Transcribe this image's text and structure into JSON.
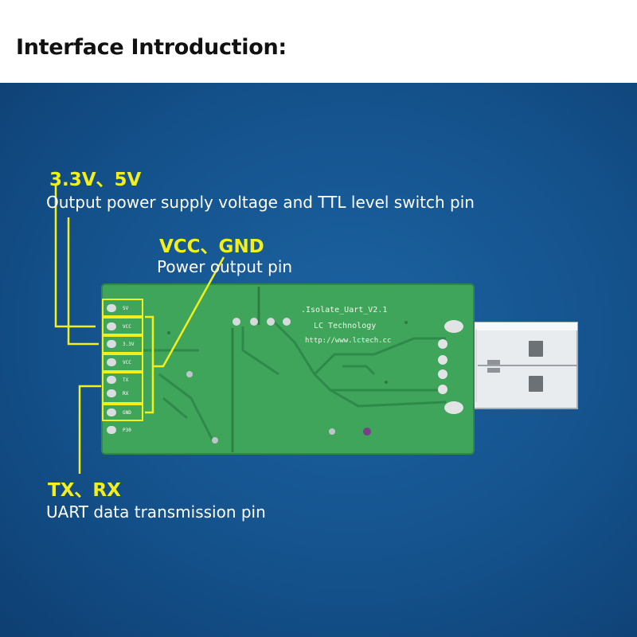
{
  "header": {
    "title": "Interface Introduction:"
  },
  "callouts": {
    "power_switch": {
      "heading": "3.3V、5V",
      "description": "Output power supply voltage and TTL level switch pin"
    },
    "power_output": {
      "heading": "VCC、GND",
      "description": "Power output pin"
    },
    "uart": {
      "heading": "TX、RX",
      "description": "UART data transmission pin"
    }
  },
  "board": {
    "silkscreen": {
      "line1": ".Isolate_Uart_V2.1",
      "line2": "LC Technology",
      "line3": "http://www.lctech.cc"
    },
    "pins": [
      "5V",
      "VCC",
      "3.3V",
      "VCC",
      "TX",
      "RX",
      "GND",
      "P30"
    ]
  },
  "colors": {
    "background": "#14528c",
    "pcb": "#3fa55a",
    "highlight": "#f2ef1d",
    "label_text": "#ffffff"
  }
}
